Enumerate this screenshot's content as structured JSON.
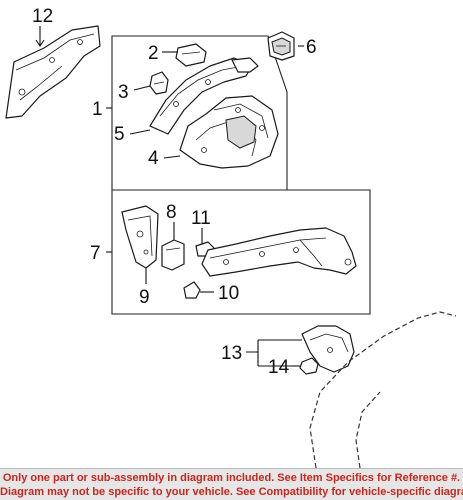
{
  "callouts": {
    "c1": "1",
    "c2": "2",
    "c3": "3",
    "c4": "4",
    "c5": "5",
    "c6": "6",
    "c7": "7",
    "c8": "8",
    "c9": "9",
    "c10": "10",
    "c11": "11",
    "c12": "12",
    "c13": "13",
    "c14": "14"
  },
  "disclaimer": {
    "line1": "Only one part or sub-assembly in diagram included. See Item Specifics for Reference #.",
    "line2": "Diagram may not be specific to your vehicle. See Compatibility for vehicle-specific diagrams."
  },
  "colors": {
    "disclaimer_text": "#c8261f",
    "disclaimer_background": "#e6e6e6",
    "line_art": "#1a1a1a"
  }
}
